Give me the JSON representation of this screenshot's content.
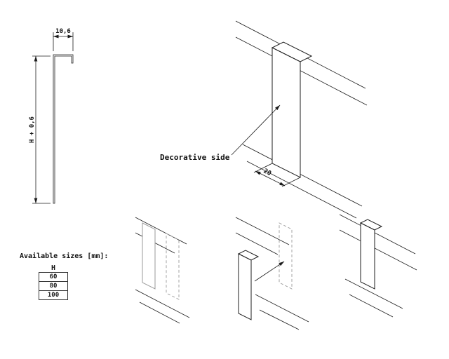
{
  "page": {
    "background": "#ffffff",
    "line_color": "#1c1c1c",
    "ghost_color": "#9a9a9a"
  },
  "cross_section": {
    "width_dim": "10,6",
    "height_dim": "H + 0,6"
  },
  "iso_view": {
    "decorative_label": "Decorative side",
    "bottom_dim": "20"
  },
  "sizes": {
    "heading": "Available sizes [mm]:",
    "table": {
      "header": "H",
      "rows": [
        "60",
        "80",
        "100"
      ]
    }
  }
}
